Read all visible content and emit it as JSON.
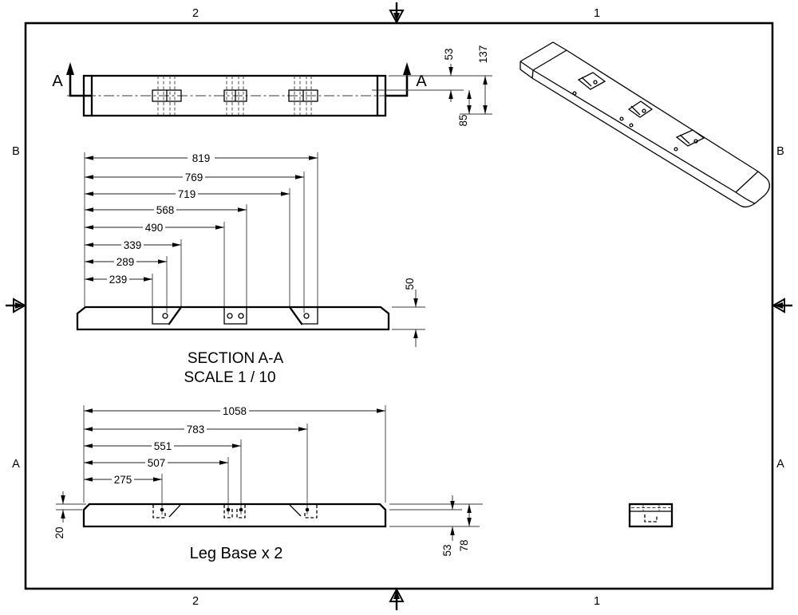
{
  "frame": {
    "zone_top_left": "2",
    "zone_top_right": "1",
    "zone_bottom_left": "2",
    "zone_bottom_right": "1",
    "zone_left_upper": "B",
    "zone_left_lower": "A",
    "zone_right_upper": "B",
    "zone_right_lower": "A"
  },
  "side_view": {
    "section_label_left": "A",
    "section_label_right": "A",
    "dim_top": "53",
    "dim_overall": "137",
    "dim_lower": "85"
  },
  "section_view": {
    "title": "SECTION A-A",
    "scale": "SCALE 1 / 10",
    "length_dims": [
      "819",
      "769",
      "719",
      "568",
      "490",
      "339",
      "289",
      "239"
    ],
    "dim_thickness": "50"
  },
  "bottom_view": {
    "label": "Leg Base x 2",
    "length_dims": [
      "1058",
      "783",
      "551",
      "507",
      "275"
    ],
    "dim_chamfer": "20",
    "dim_inner_width": "53",
    "dim_width": "78"
  }
}
